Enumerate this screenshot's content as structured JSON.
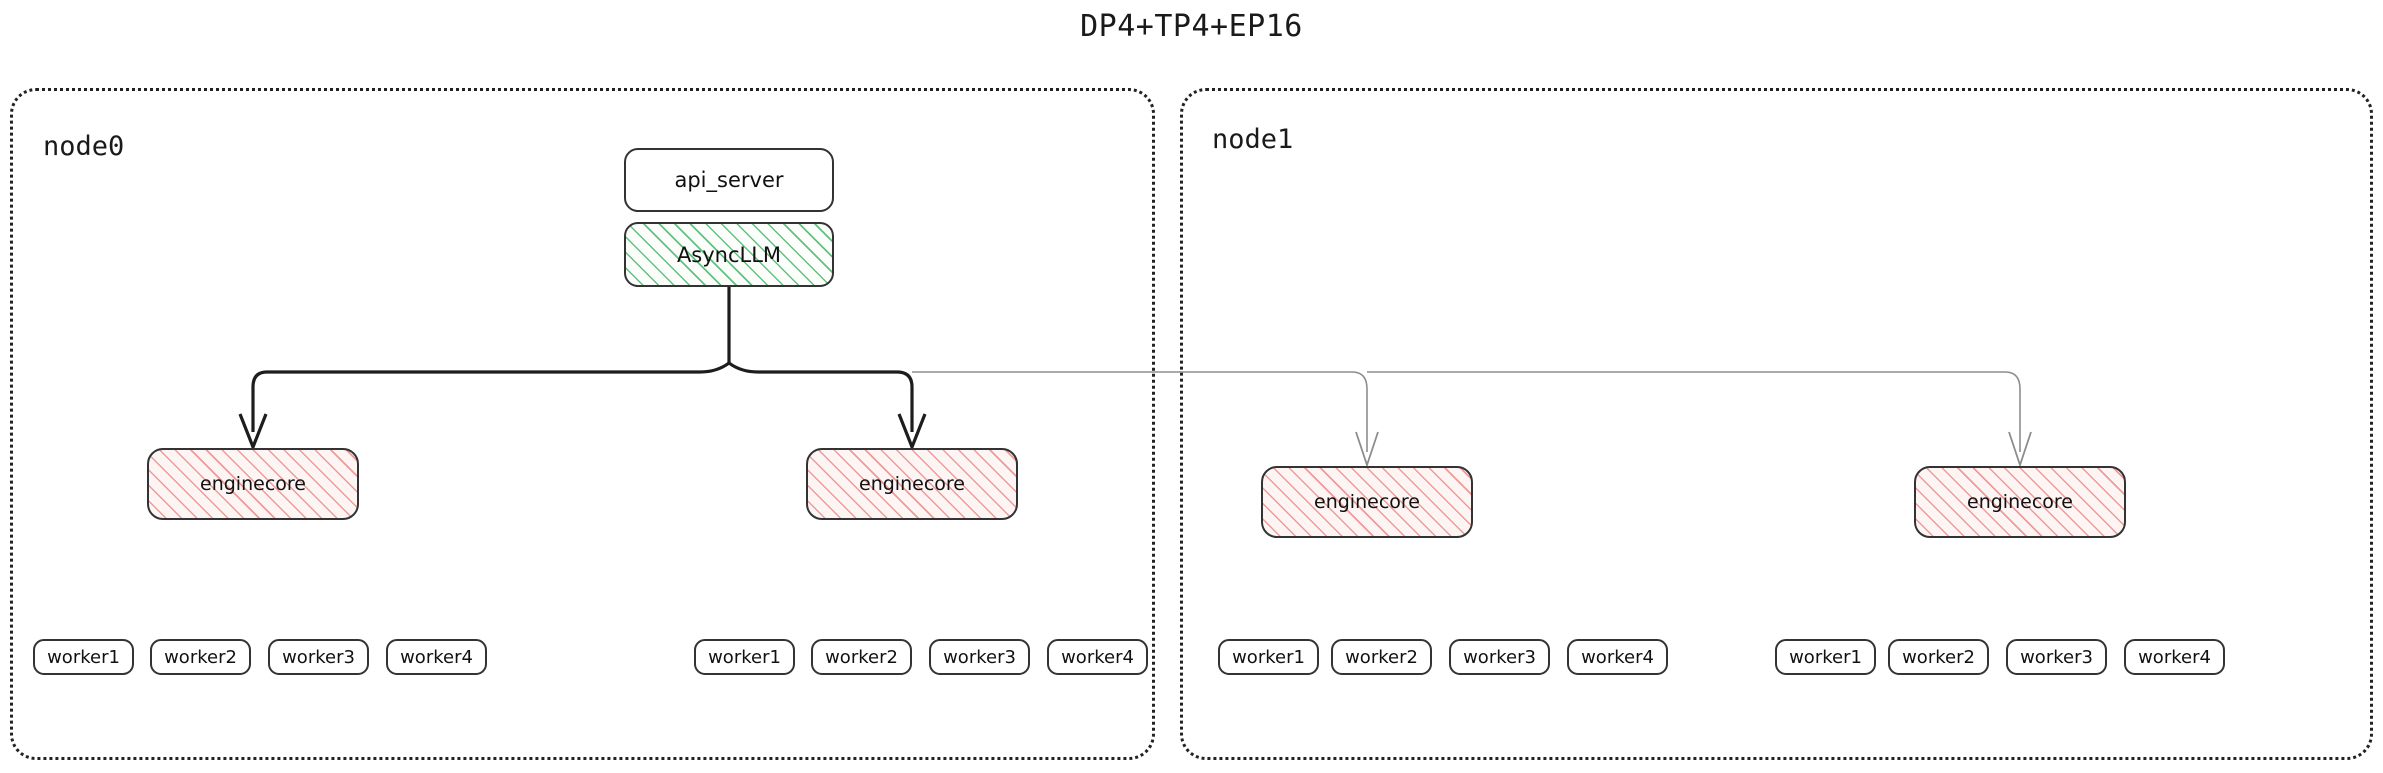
{
  "title": "DP4+TP4+EP16",
  "colors": {
    "background": "#ffffff",
    "text": "#111111",
    "node_border": "#222222",
    "box_border": "#333333",
    "hatch_green": "#5abe78",
    "hatch_pink": "#ee9696",
    "wire_strong": "#1d1d1d",
    "wire_weak": "#8d8d8d"
  },
  "nodes": [
    {
      "id": "node0",
      "label": "node0",
      "engines": [
        {
          "label": "enginecore",
          "workers": [
            {
              "label": "worker1"
            },
            {
              "label": "worker2"
            },
            {
              "label": "worker3"
            },
            {
              "label": "worker4"
            }
          ]
        },
        {
          "label": "enginecore",
          "workers": [
            {
              "label": "worker1"
            },
            {
              "label": "worker2"
            },
            {
              "label": "worker3"
            },
            {
              "label": "worker4"
            }
          ]
        }
      ]
    },
    {
      "id": "node1",
      "label": "node1",
      "engines": [
        {
          "label": "enginecore",
          "workers": [
            {
              "label": "worker1"
            },
            {
              "label": "worker2"
            },
            {
              "label": "worker3"
            },
            {
              "label": "worker4"
            }
          ]
        },
        {
          "label": "enginecore",
          "workers": [
            {
              "label": "worker1"
            },
            {
              "label": "worker2"
            },
            {
              "label": "worker3"
            },
            {
              "label": "worker4"
            }
          ]
        }
      ]
    }
  ],
  "frontend": {
    "api_server": "api_server",
    "async_llm": "AsyncLLM"
  }
}
